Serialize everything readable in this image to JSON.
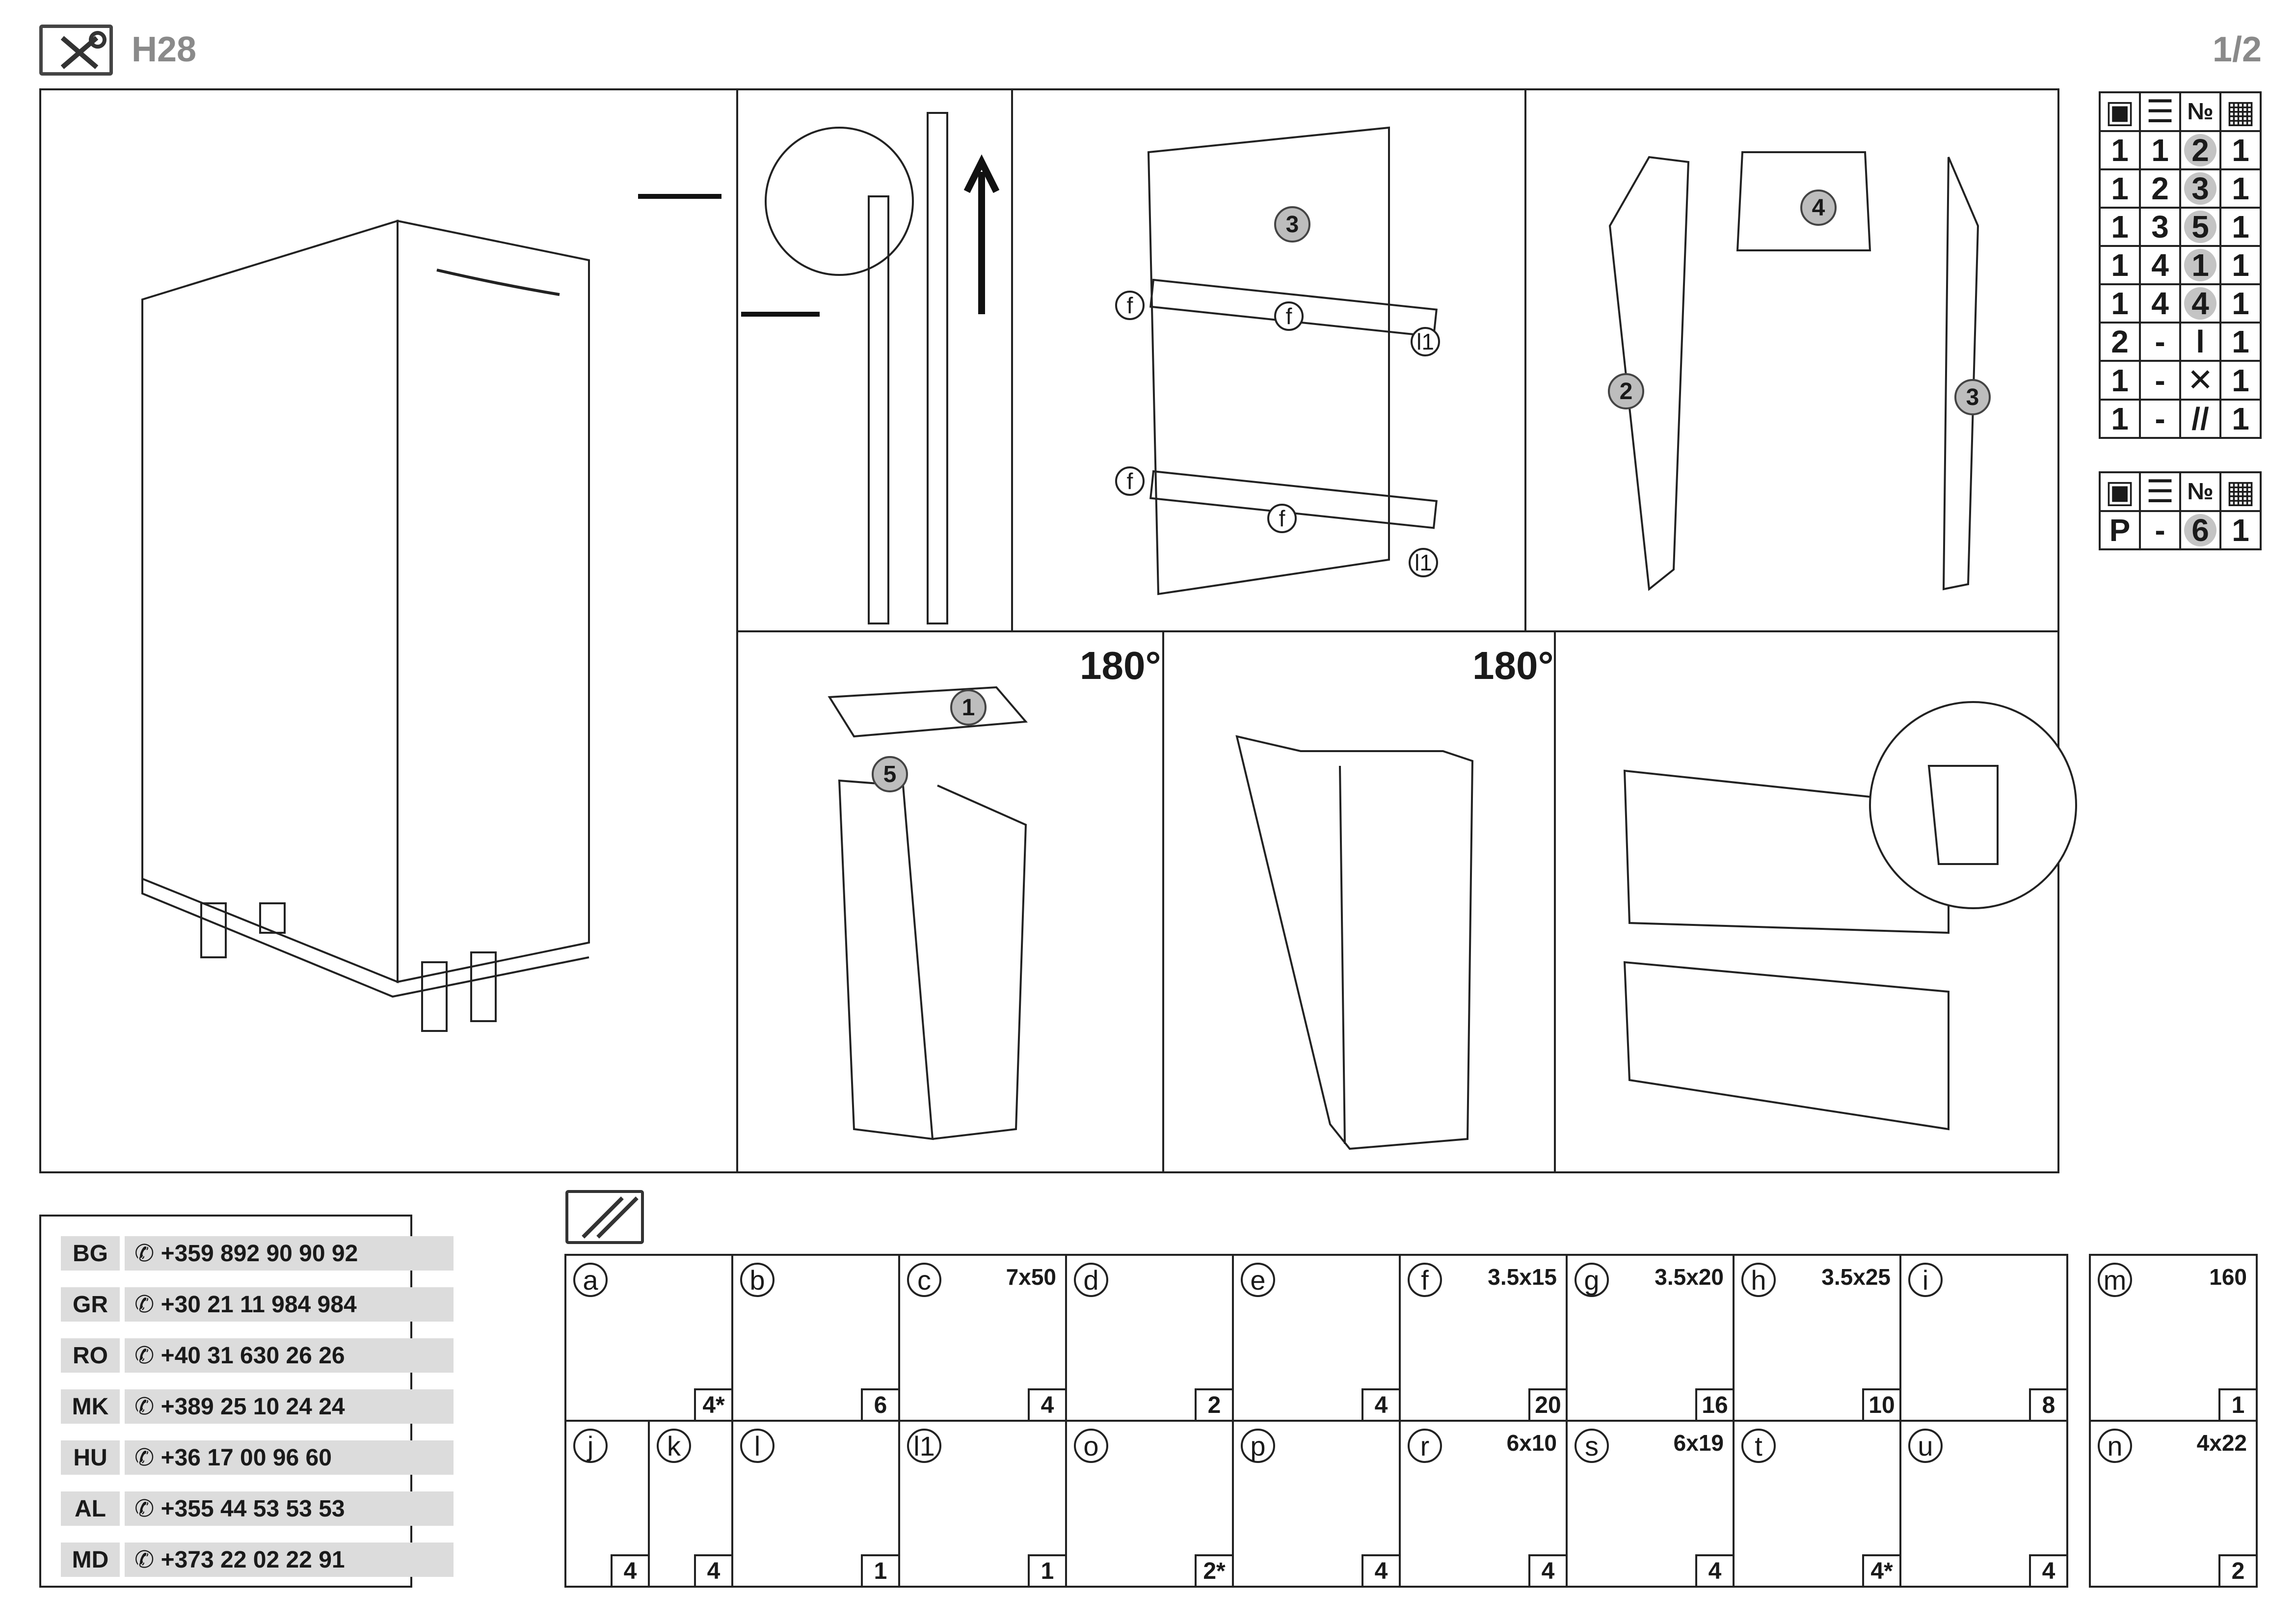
{
  "header": {
    "model": "H28",
    "page": "1/2"
  },
  "summary_table": {
    "rows": [
      [
        "1",
        "1",
        "2",
        "1"
      ],
      [
        "1",
        "2",
        "3",
        "1"
      ],
      [
        "1",
        "3",
        "5",
        "1"
      ],
      [
        "1",
        "4",
        "1",
        "1"
      ],
      [
        "1",
        "4",
        "4",
        "1"
      ],
      [
        "2",
        "-",
        "l",
        "1"
      ],
      [
        "1",
        "-",
        "tools",
        "1"
      ],
      [
        "1",
        "-",
        "screws",
        "1"
      ]
    ],
    "header_no": "№"
  },
  "p_table": {
    "row": [
      "P",
      "-",
      "6",
      "1"
    ],
    "header_no": "№"
  },
  "steps": {
    "panel_numbers": [
      "3",
      "2",
      "4",
      "3",
      "1",
      "5"
    ],
    "labels_step2": [
      "f",
      "f",
      "l1",
      "f",
      "f",
      "l1"
    ],
    "rotation": "180°"
  },
  "phones": [
    {
      "cc": "BG",
      "num": "+359 892 90 90 92"
    },
    {
      "cc": "GR",
      "num": "+30 21 11 984 984"
    },
    {
      "cc": "RO",
      "num": "+40 31 630 26 26"
    },
    {
      "cc": "MK",
      "num": "+389 25 10 24 24"
    },
    {
      "cc": "HU",
      "num": "+36 17 00 96 60"
    },
    {
      "cc": "AL",
      "num": "+355 44 53 53 53"
    },
    {
      "cc": "MD",
      "num": "+373 22 02 22 91"
    }
  ],
  "hardware_top": [
    {
      "letter": "a",
      "size": "",
      "qty": "4*"
    },
    {
      "letter": "b",
      "size": "",
      "qty": "6"
    },
    {
      "letter": "c",
      "size": "7x50",
      "qty": "4"
    },
    {
      "letter": "d",
      "size": "",
      "qty": "2"
    },
    {
      "letter": "e",
      "size": "",
      "qty": "4"
    },
    {
      "letter": "f",
      "size": "3.5x15",
      "qty": "20"
    },
    {
      "letter": "g",
      "size": "3.5x20",
      "qty": "16"
    },
    {
      "letter": "h",
      "size": "3.5x25",
      "qty": "10"
    },
    {
      "letter": "i",
      "size": "",
      "qty": "8"
    }
  ],
  "hardware_bottom": [
    {
      "letter": "j",
      "size": "",
      "qty": "4"
    },
    {
      "letter": "k",
      "size": "",
      "qty": "4"
    },
    {
      "letter": "l",
      "size": "",
      "qty": "1"
    },
    {
      "letter": "l1",
      "size": "",
      "qty": "1"
    },
    {
      "letter": "o",
      "size": "",
      "qty": "2*"
    },
    {
      "letter": "p",
      "size": "",
      "qty": "4"
    },
    {
      "letter": "r",
      "size": "6x10",
      "qty": "4"
    },
    {
      "letter": "s",
      "size": "6x19",
      "qty": "4"
    },
    {
      "letter": "t",
      "size": "",
      "qty": "4*"
    },
    {
      "letter": "u",
      "size": "",
      "qty": "4"
    }
  ],
  "hardware_side": [
    {
      "letter": "m",
      "size": "160",
      "qty": "1"
    },
    {
      "letter": "n",
      "size": "4x22",
      "qty": "2"
    }
  ]
}
